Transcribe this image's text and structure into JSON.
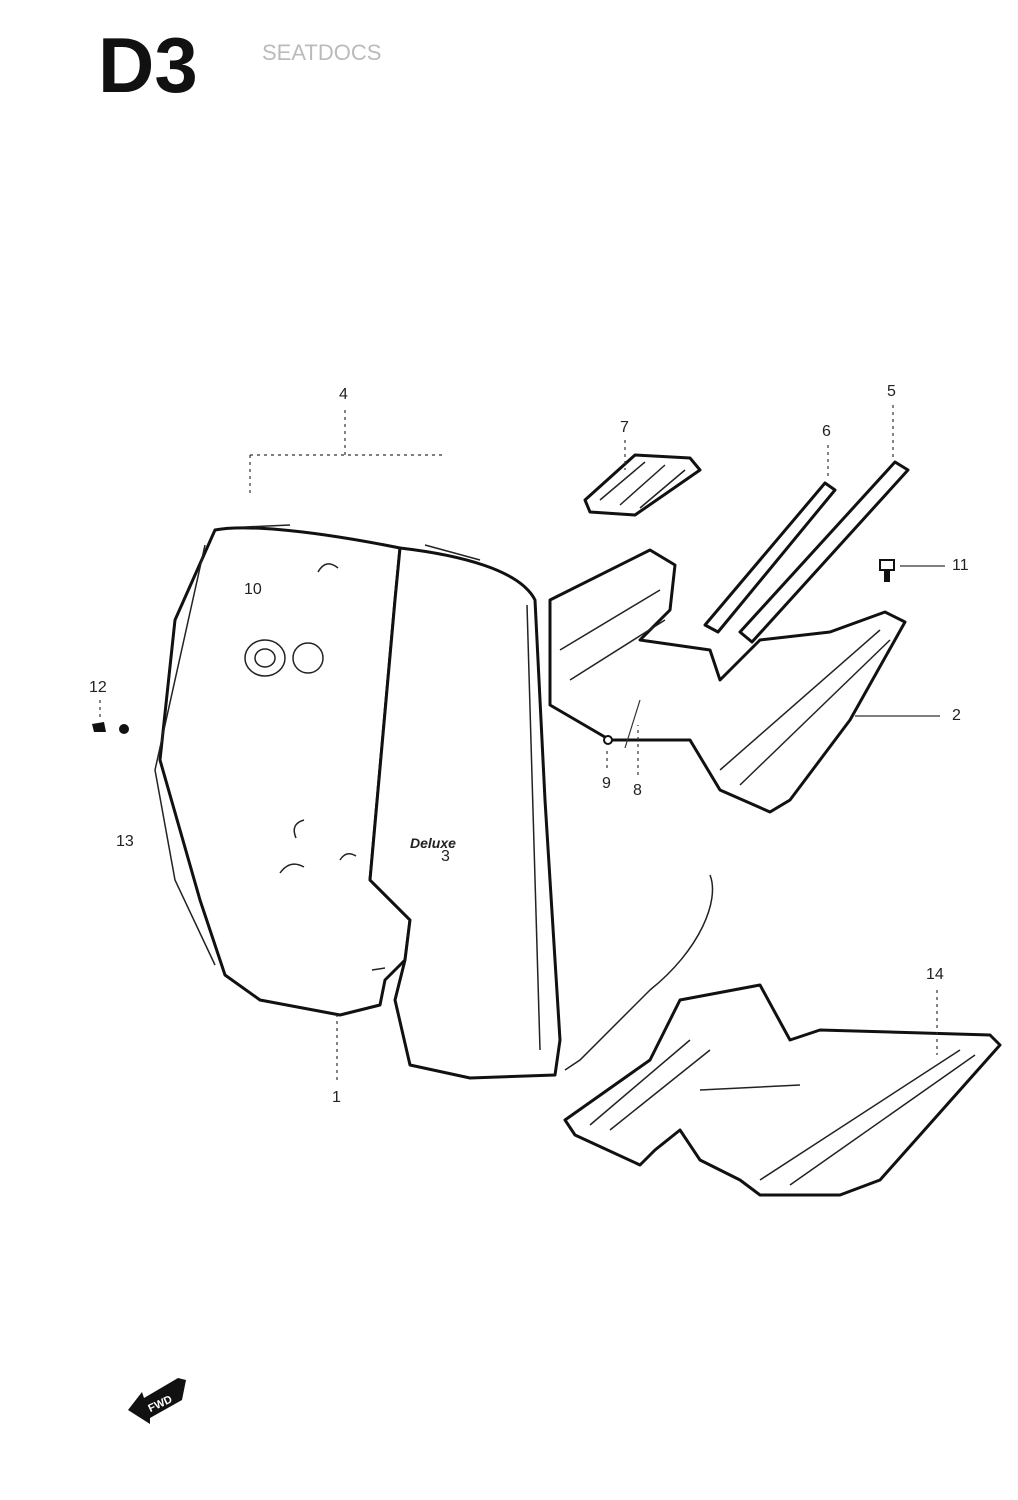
{
  "header": {
    "section_code": "D3",
    "watermark": "SEATDOCS"
  },
  "panel_badge": "Deluxe",
  "fwd_arrow": "FWD",
  "callouts": {
    "c1": "1",
    "c2": "2",
    "c3": "3",
    "c4": "4",
    "c5": "5",
    "c6": "6",
    "c7": "7",
    "c8": "8",
    "c9": "9",
    "c10": "10",
    "c11": "11",
    "c12": "12",
    "c13": "13",
    "c14": "14"
  }
}
